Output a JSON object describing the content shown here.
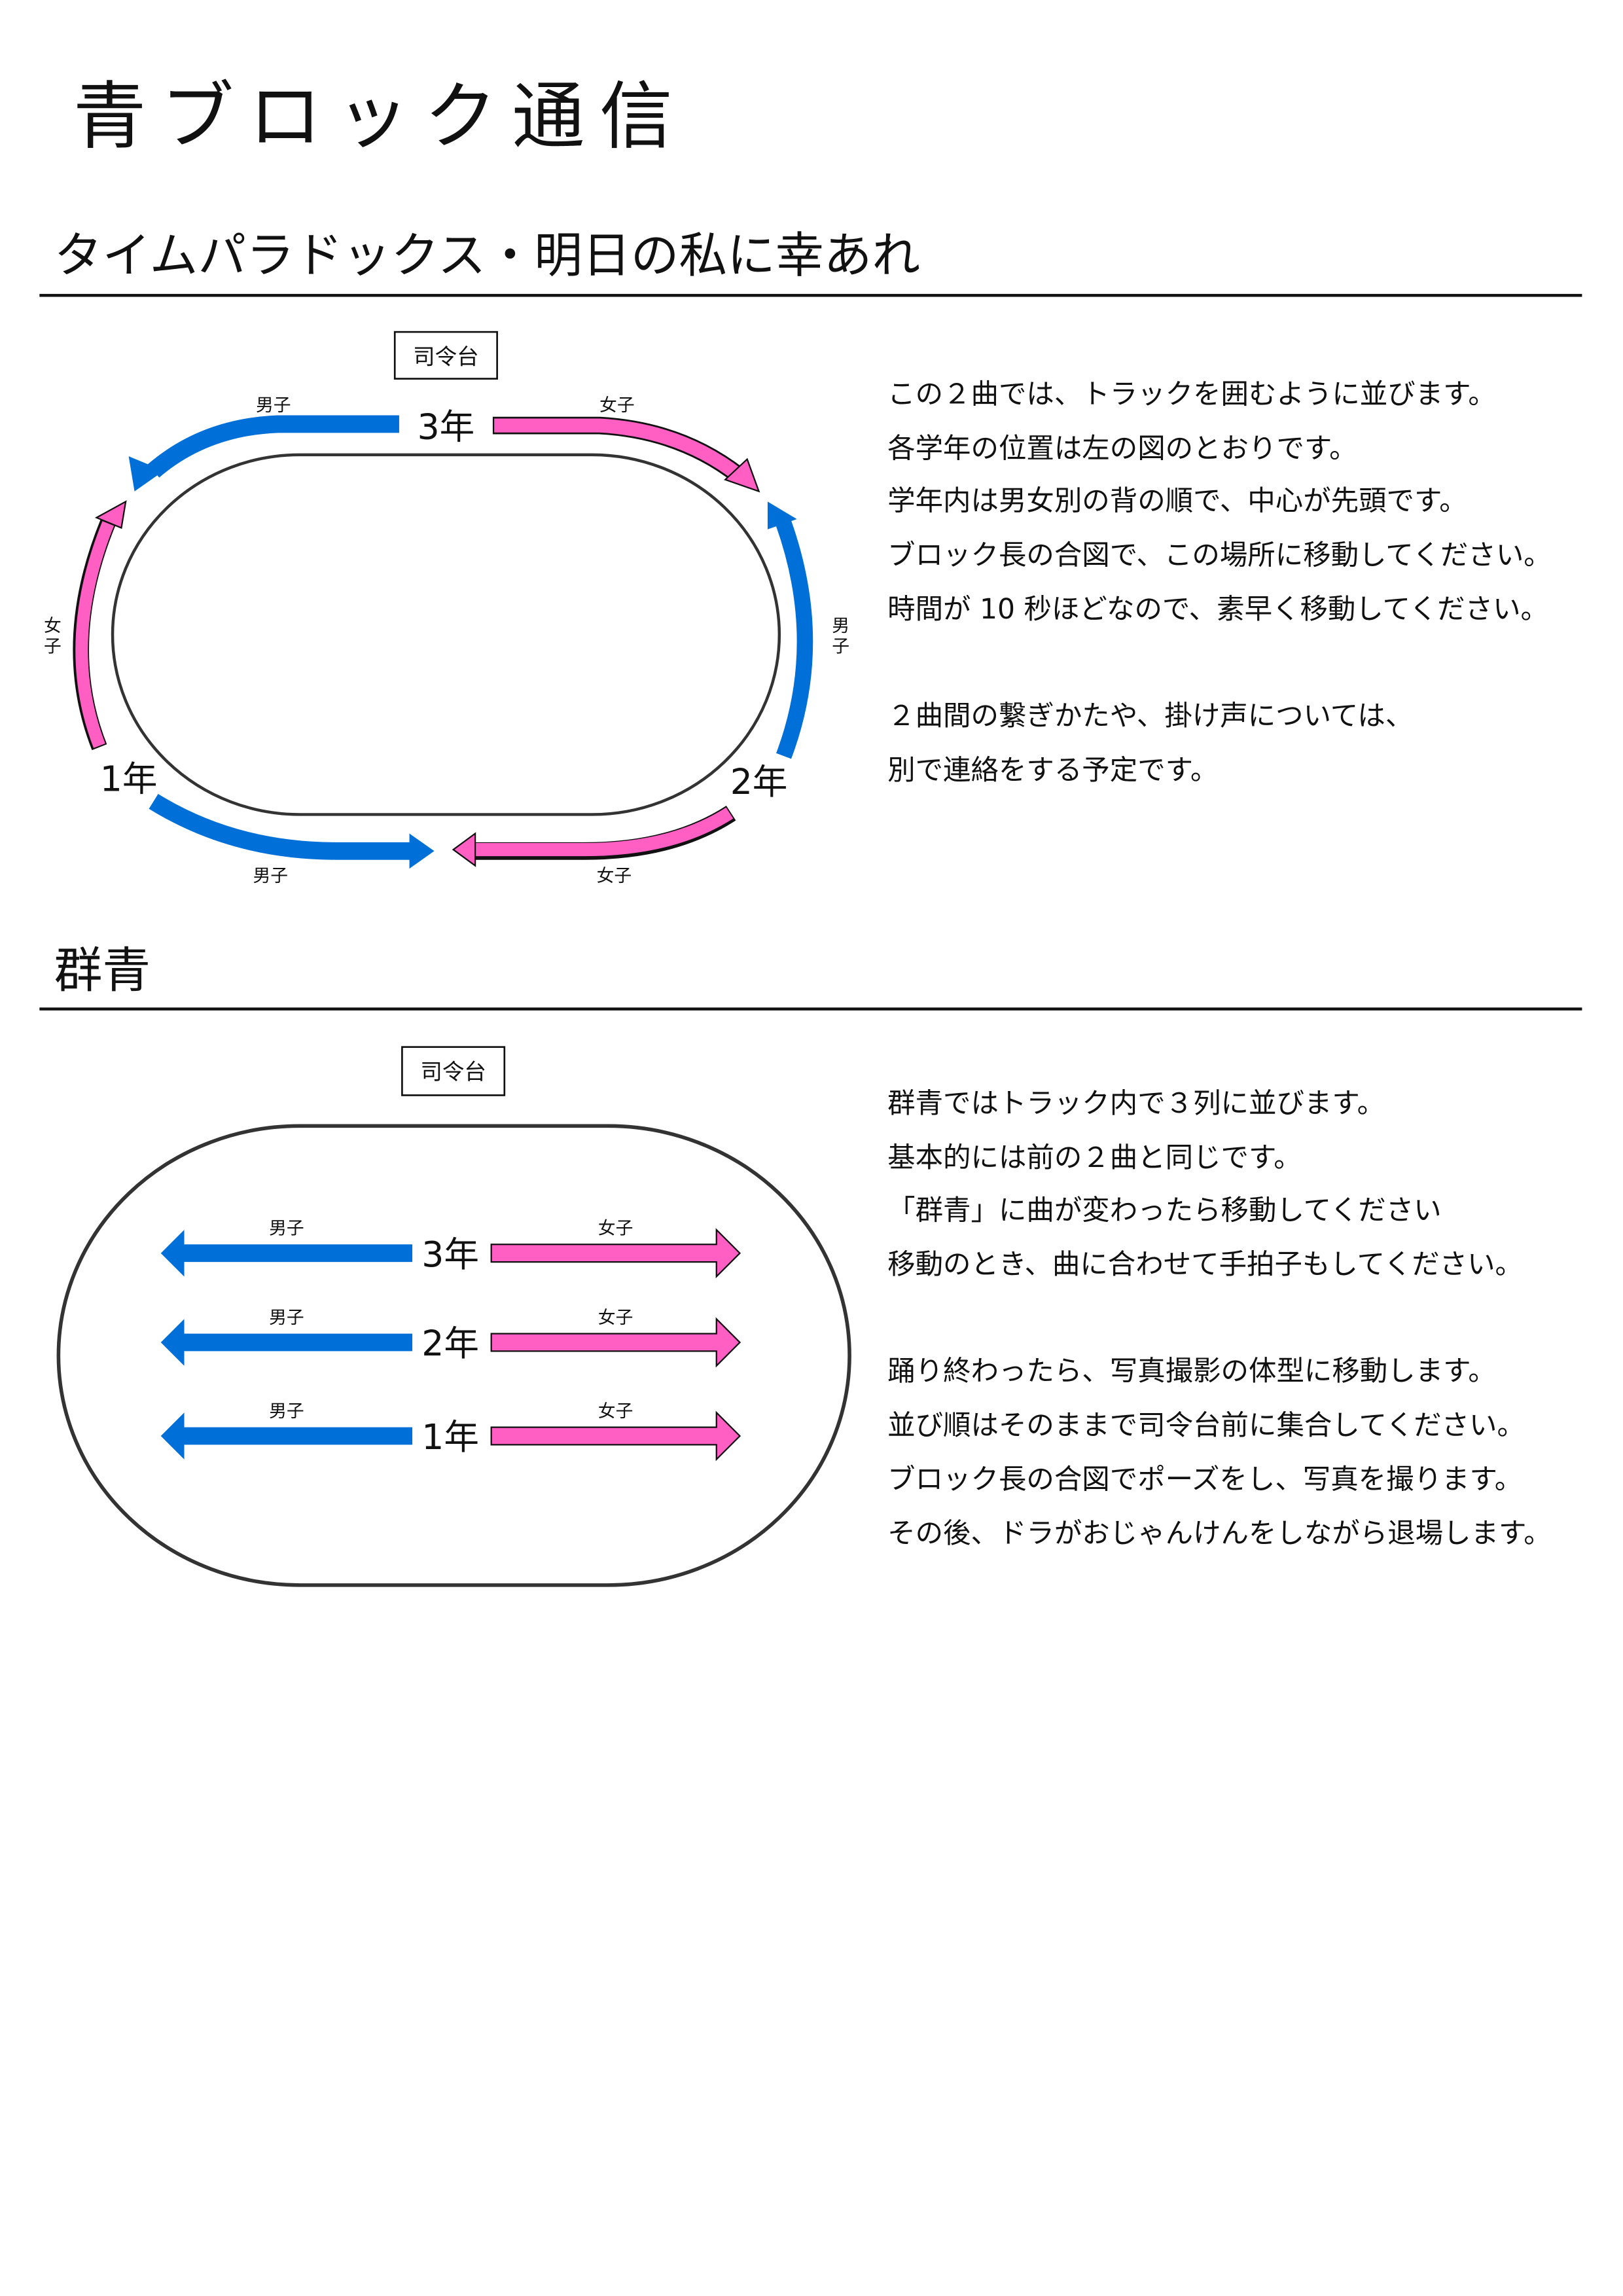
{
  "title": "青ブロック通信",
  "colors": {
    "boys": "#0070D8",
    "girls": "#FF5FC3"
  },
  "section1": {
    "heading": "タイムパラドックス・明日の私に幸あれ",
    "diagram": {
      "stand": "司令台",
      "grade3": "3年",
      "grade2": "2年",
      "grade1": "1年",
      "boys": "男子",
      "girls": "女子",
      "girls_v1": "女",
      "girls_v2": "子",
      "boys_v1": "男",
      "boys_v2": "子"
    },
    "lines": [
      "この２曲では、トラックを囲むように並びます。",
      "各学年の位置は左の図のとおりです。",
      "学年内は男女別の背の順で、中心が先頭です。",
      "ブロック長の合図で、この場所に移動してください。",
      "時間が 10 秒ほどなので、素早く移動してください。",
      "",
      "２曲間の繋ぎかたや、掛け声については、",
      "別で連絡をする予定です。"
    ]
  },
  "section2": {
    "heading": "群青",
    "diagram": {
      "stand": "司令台",
      "rows": [
        {
          "grade": "3年",
          "boys": "男子",
          "girls": "女子"
        },
        {
          "grade": "2年",
          "boys": "男子",
          "girls": "女子"
        },
        {
          "grade": "1年",
          "boys": "男子",
          "girls": "女子"
        }
      ]
    },
    "lines": [
      "群青ではトラック内で３列に並びます。",
      "基本的には前の２曲と同じです。",
      "「群青」に曲が変わったら移動してください",
      "移動のとき、曲に合わせて手拍子もしてください。",
      "",
      "踊り終わったら、写真撮影の体型に移動します。",
      "並び順はそのままで司令台前に集合してください。",
      "ブロック長の合図でポーズをし、写真を撮ります。",
      "その後、ドラがおじゃんけんをしながら退場します。"
    ]
  }
}
